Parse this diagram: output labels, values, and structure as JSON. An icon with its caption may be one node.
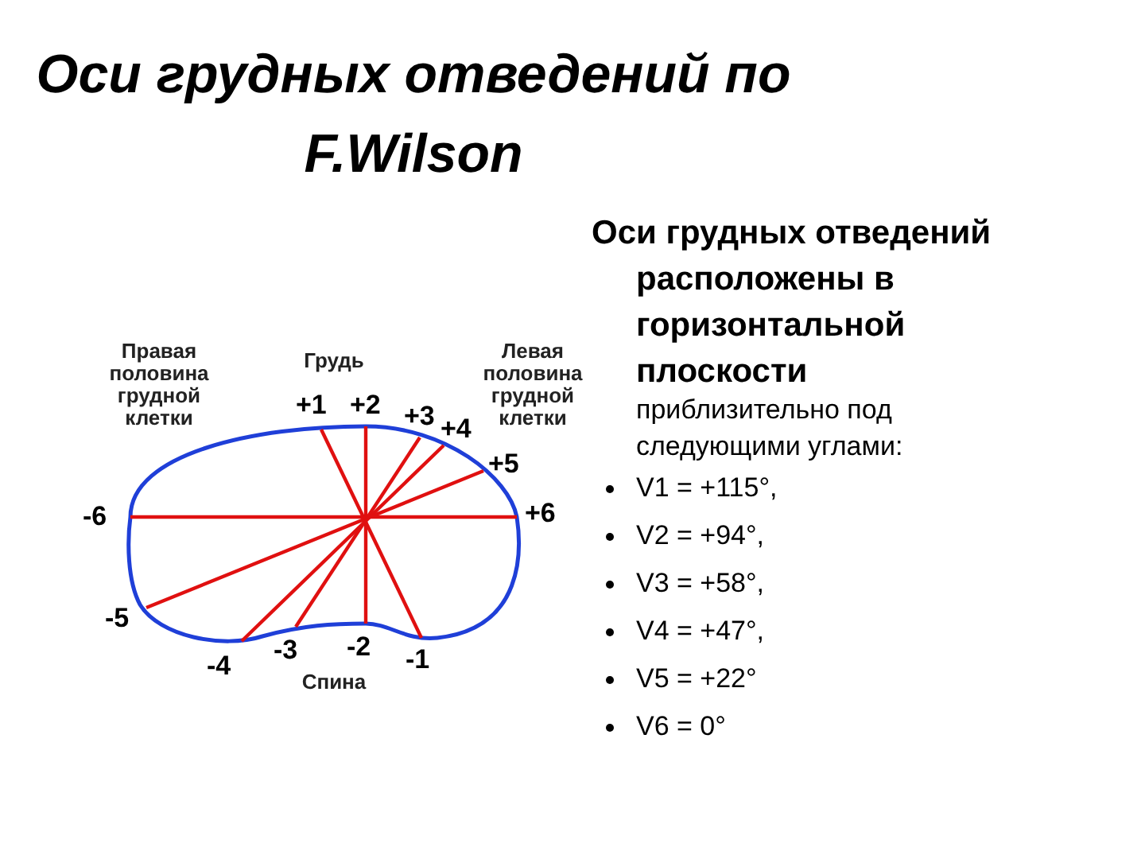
{
  "diagram": {
    "title": "Оси грудных отведений по F.Wilson",
    "labels": [
      "Правая половина грудной клетки",
      "Грудь",
      "Левая половина грудной клетки",
      "+1",
      "+2",
      "+3",
      "+4",
      "+5",
      "-6",
      "+6",
      "-5",
      "-4",
      "-3",
      "-2",
      "-1",
      "Спина",
      "Оси грудных отведений расположены в горизонтальной плоскости",
      "приблизительно под следующими углами:",
      "V1 = +115°,",
      "V2 = +94°,",
      "V3 = +58°,",
      "V4 = +47°,",
      "V5 = +22°",
      "V6 = 0°"
    ]
  }
}
